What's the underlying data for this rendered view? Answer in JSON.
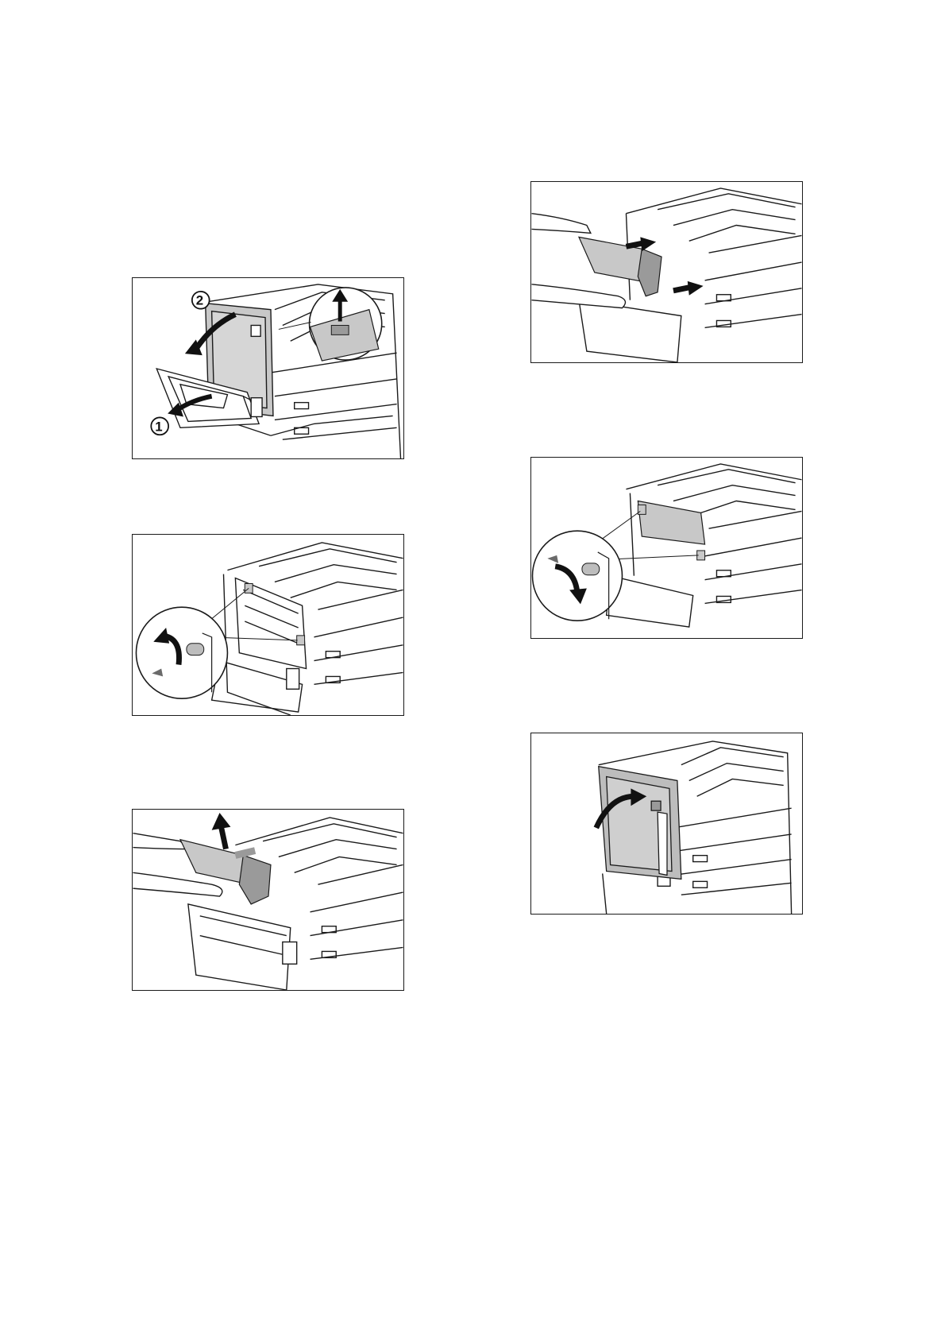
{
  "figures": [
    {
      "name": "open-left-cover",
      "callouts": [
        "1",
        "2"
      ]
    },
    {
      "name": "release-fuser-levers"
    },
    {
      "name": "remove-fuser-unit"
    },
    {
      "name": "insert-new-fuser-unit"
    },
    {
      "name": "lock-fuser-levers"
    },
    {
      "name": "close-left-cover"
    }
  ],
  "colors": {
    "line": "#1a1a1a",
    "shade": "#c8c8c8",
    "arrow": "#111111"
  }
}
